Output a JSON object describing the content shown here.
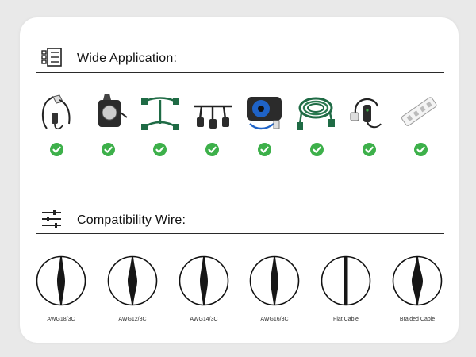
{
  "section_application": {
    "title": "Wide Application:",
    "icon": "checklist-icon",
    "devices": [
      {
        "name": "appliance-plug",
        "status": "compatible"
      },
      {
        "name": "outdoor-timer",
        "status": "compatible"
      },
      {
        "name": "splitter-cord",
        "status": "compatible"
      },
      {
        "name": "multi-outlet-adapter",
        "status": "compatible"
      },
      {
        "name": "cord-reel",
        "status": "compatible"
      },
      {
        "name": "green-extension-cord",
        "status": "compatible"
      },
      {
        "name": "ev-charger",
        "status": "compatible"
      },
      {
        "name": "power-strip",
        "status": "compatible"
      }
    ],
    "check_color": "#3db04a"
  },
  "section_wire": {
    "title": "Compatibility Wire:",
    "icon": "sliders-icon",
    "wires": [
      {
        "label": "AWG18/3C"
      },
      {
        "label": "AWG12/3C"
      },
      {
        "label": "AWG14/3C"
      },
      {
        "label": "AWG16/3C"
      },
      {
        "label": "Flat Cable"
      },
      {
        "label": "Braided Cable"
      }
    ]
  }
}
